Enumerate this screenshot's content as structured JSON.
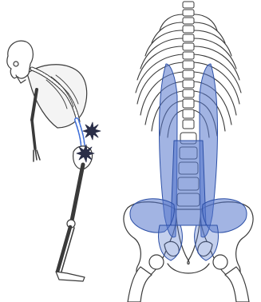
{
  "illustration": {
    "colors": {
      "bone_stroke": "#3a3a3a",
      "bone_fill": "#ffffff",
      "muscle_fill": "#5577cc",
      "muscle_stroke": "#2c4fa6",
      "spine_highlight": "#3f6fd8",
      "pain_burst": "#2a2e48"
    },
    "figures": [
      {
        "id": "side-skeleton",
        "pose": "bent-forward",
        "icon": "pain-burst-icon",
        "pain_points": 2
      },
      {
        "id": "back-view",
        "region": "ribcage-lumbar-pelvis",
        "highlighted": "lumbar-muscles"
      }
    ]
  }
}
